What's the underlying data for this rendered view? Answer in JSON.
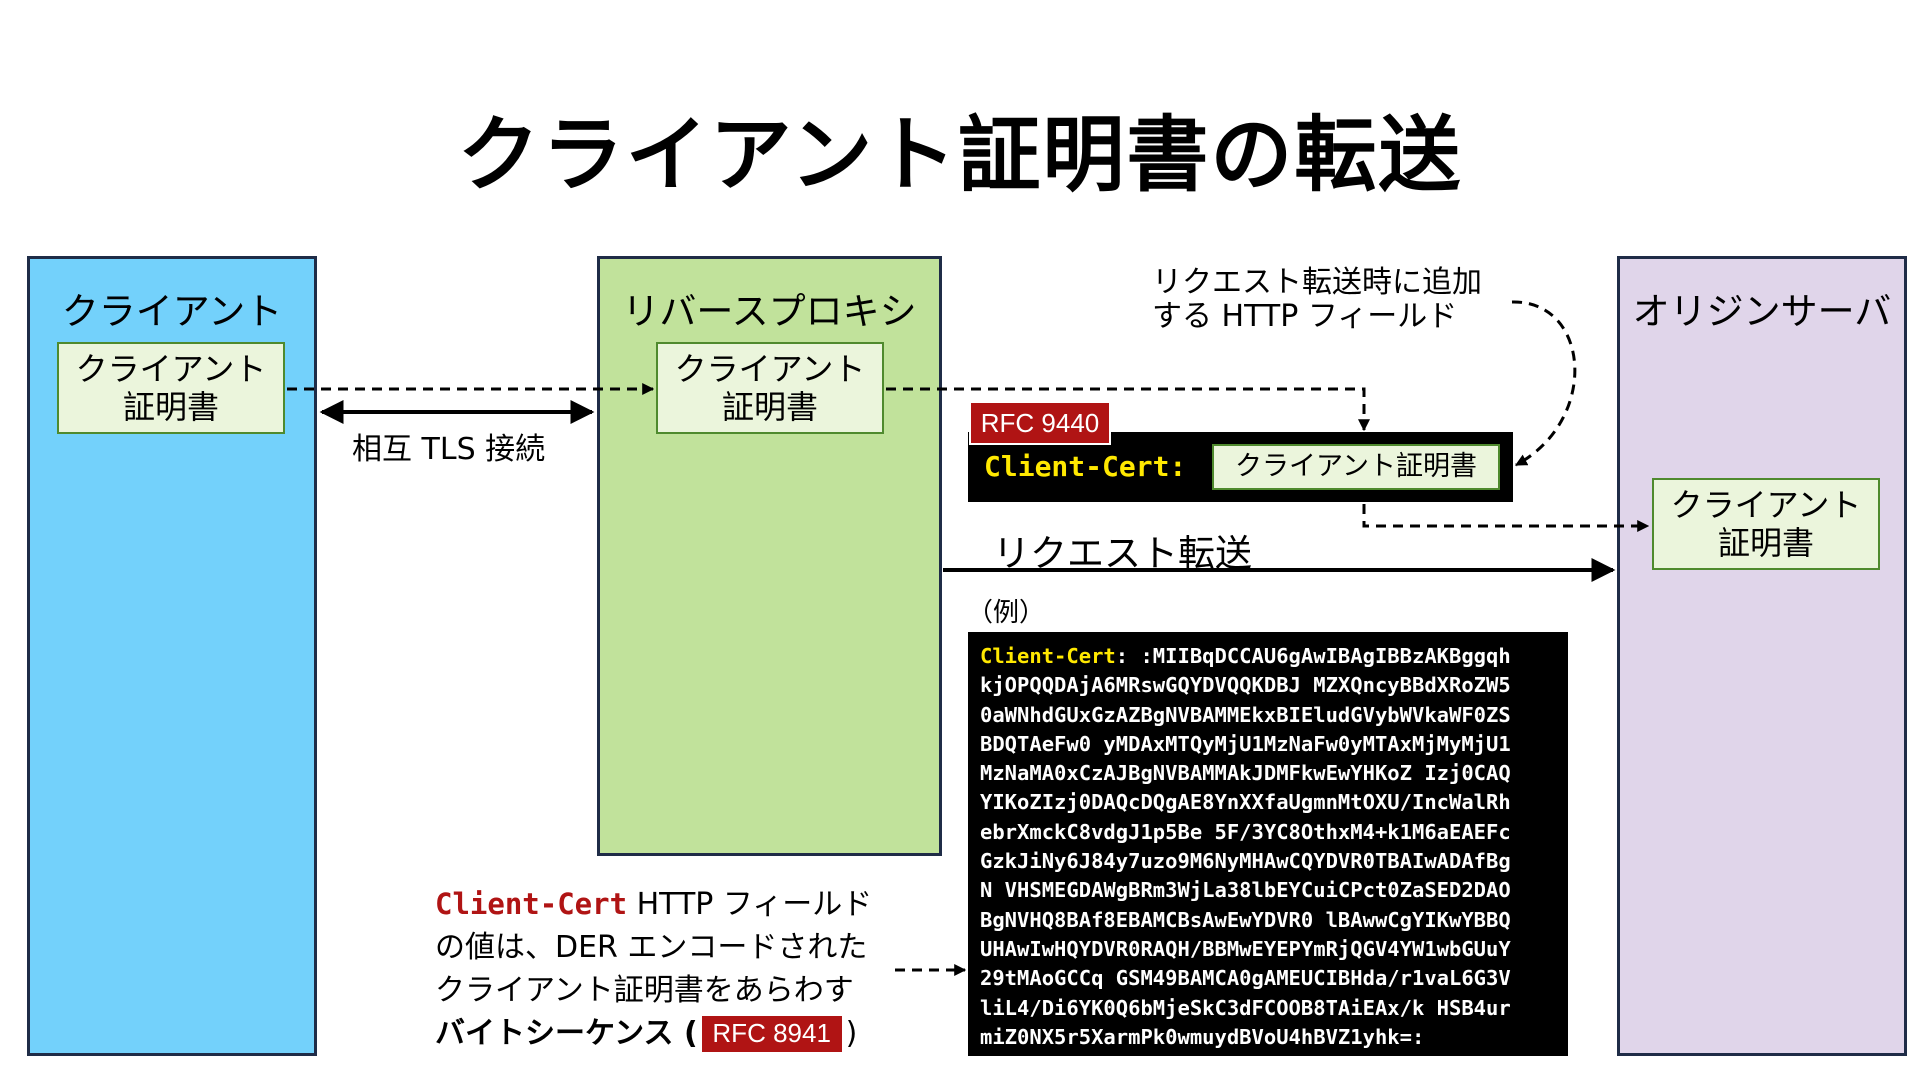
{
  "title": "クライアント証明書の転送",
  "columns": {
    "client": {
      "label": "クライアント",
      "color": "#73d1fb"
    },
    "proxy": {
      "label": "リバースプロキシ",
      "color": "#c1e29b"
    },
    "origin": {
      "label": "オリジンサーバ",
      "color": "#e0d5ea"
    }
  },
  "cert": {
    "line1": "クライアント",
    "line2": "証明書",
    "inline": "クライアント証明書"
  },
  "mtls_label": "相互 TLS 接続",
  "annotation": {
    "line1": "リクエスト転送時に追加",
    "line2": "する HTTP フィールド"
  },
  "rfc_9440": "RFC 9440",
  "header_name": "Client-Cert:",
  "request_forward_label": "リクエスト転送",
  "example_label": "（例）",
  "example": {
    "field": "Client-Cert",
    "first_rest": ": :MIIBqDCCAU6gAwIBAgIBBzAKBggqh",
    "lines": [
      "kjOPQQDAjA6MRswGQYDVQQKDBJ MZXQncyBBdXRoZW5",
      "0aWNhdGUxGzAZBgNVBAMMEkxBIEludGVybWVkaWF0ZS",
      "BDQTAeFw0 yMDAxMTQyMjU1MzNaFw0yMTAxMjMyMjU1",
      "MzNaMA0xCzAJBgNVBAMMAkJDMFkwEwYHKoZ Izj0CAQ",
      "YIKoZIzj0DAQcDQgAE8YnXXfaUgmnMtOXU/IncWalRh",
      "ebrXmckC8vdgJ1p5Be 5F/3YC8OthxM4+k1M6aEAEFc",
      "GzkJiNy6J84y7uzo9M6NyMHAwCQYDVR0TBAIwADAfBg",
      "N VHSMEGDAWgBRm3WjLa38lbEYCuiCPct0ZaSED2DAO",
      "BgNVHQ8BAf8EBAMCBsAwEwYDVR0 lBAwwCgYIKwYBBQ",
      "UHAwIwHQYDVR0RAQH/BBMwEYEPYmRjQGV4YW1wbGUuY",
      "29tMAoGCCq GSM49BAMCA0gAMEUCIBHda/r1vaL6G3V",
      "liL4/Di6YK0Q6bMjeSkC3dFCOOB8TAiEAx/k HSB4ur",
      "miZ0NX5r5XarmPk0wmuydBVoU4hBVZ1yhk=:"
    ]
  },
  "description": {
    "field": "Client-Cert",
    "line1_rest": " HTTP フィールド",
    "line2": "の値は、DER エンコードされた",
    "line3": "クライアント証明書をあらわす",
    "line4_start": "バイトシーケンス (",
    "rfc": "RFC 8941",
    "line4_end": ")"
  },
  "colors": {
    "accent_red": "#b01414",
    "yellow": "#ffe800",
    "cert_bg": "#ebf5dc"
  }
}
